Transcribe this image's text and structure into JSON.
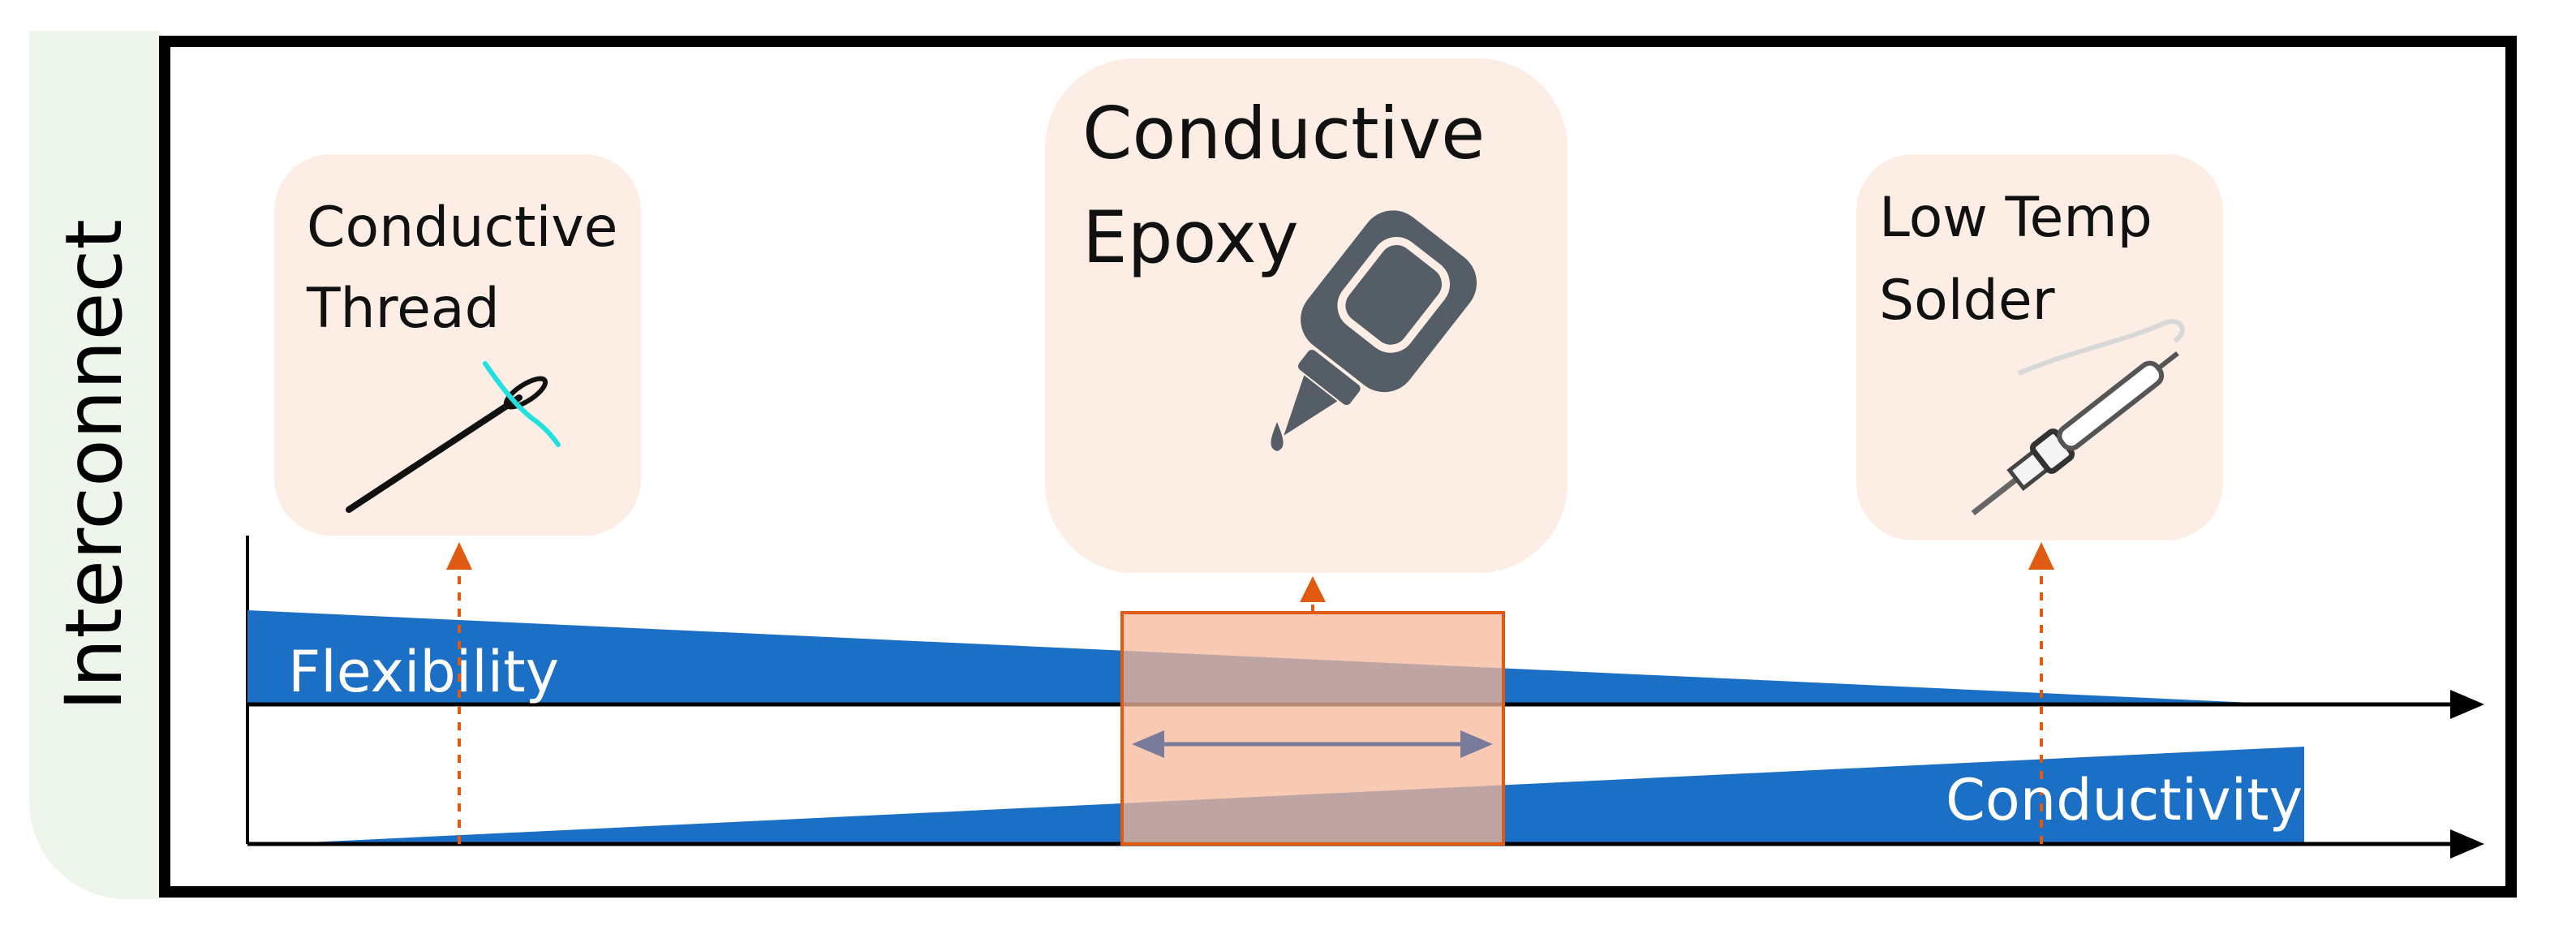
{
  "side_label": "Interconnect",
  "cards": {
    "thread": {
      "line1": "Conductive",
      "line2": "Thread",
      "icon": "needle-thread-icon"
    },
    "epoxy": {
      "line1": "Conductive",
      "line2": "Epoxy",
      "icon": "glue-bottle-icon"
    },
    "solder": {
      "line1": "Low Temp",
      "line2": "Solder",
      "icon": "soldering-iron-icon"
    }
  },
  "axes": {
    "top_label": "Flexibility",
    "bottom_label": "Conductivity"
  },
  "colors": {
    "wedge_blue": "#1b6fc4",
    "card_fill": "#fdeee5",
    "highlight_fill": "#f6b79a",
    "arrow_orange": "#e05a12",
    "side_tab": "#eef5ea"
  }
}
